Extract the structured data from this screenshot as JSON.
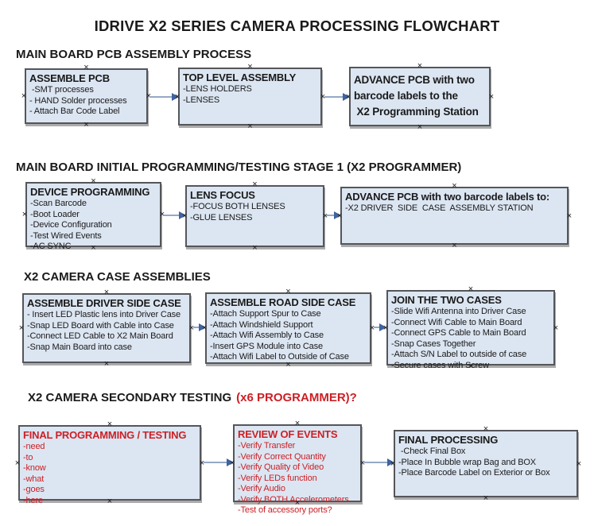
{
  "title": "IDRIVE X2  SERIES CAMERA PROCESSING FLOWCHART",
  "colors": {
    "red_text": "#cc2026",
    "box_fill": "#dce6f2",
    "box_border": "#54565a",
    "arrow_line": "#94a9c7",
    "arrow_head": "#3f62a0"
  },
  "sections": [
    {
      "header": "MAIN BOARD PCB ASSEMBLY PROCESS",
      "boxes": [
        {
          "title": "ASSEMBLE PCB",
          "lines": [
            " -SMT processes",
            "- HAND Solder processes",
            "- Attach Bar Code Label"
          ]
        },
        {
          "title": "TOP LEVEL ASSEMBLY",
          "lines": [
            "-LENS HOLDERS",
            "-LENSES"
          ]
        },
        {
          "title": "",
          "lines": [
            "ADVANCE PCB with two",
            "barcode labels to the",
            " X2 Programming Station"
          ]
        }
      ]
    },
    {
      "header": "MAIN BOARD INITIAL PROGRAMMING/TESTING STAGE 1 (X2 PROGRAMMER)",
      "boxes": [
        {
          "title": "DEVICE PROGRAMMING",
          "lines": [
            "-Scan Barcode",
            "-Boot Loader",
            "-Device Configuration",
            "-Test Wired Events",
            "-AC SYNC"
          ]
        },
        {
          "title": "LENS FOCUS",
          "lines": [
            "-FOCUS BOTH LENSES",
            "-GLUE LENSES"
          ]
        },
        {
          "title": "ADVANCE PCB with two barcode labels to:",
          "lines": [
            "-X2 DRIVER  SIDE  CASE  ASSEMBLY STATION"
          ]
        }
      ]
    },
    {
      "header": "X2 CAMERA CASE ASSEMBLIES",
      "boxes": [
        {
          "title": "ASSEMBLE DRIVER SIDE CASE",
          "lines": [
            "- Insert LED Plastic lens into Driver Case",
            "-Snap LED Board with Cable into Case",
            "-Connect LED Cable to X2 Main Board",
            "-Snap Main Board into case"
          ]
        },
        {
          "title": "ASSEMBLE ROAD SIDE CASE",
          "lines": [
            "-Attach Support Spur to Case",
            "-Attach Windshield Support",
            "-Attach Wifi Assembly to Case",
            "-Insert GPS Module into Case",
            "-Attach Wifi Label to Outside of Case"
          ]
        },
        {
          "title": "JOIN THE TWO CASES",
          "lines": [
            "-Slide Wifi Antenna into Driver Case",
            "-Connect Wifi Cable to Main Board",
            "-Connect GPS Cable to Main Board",
            "-Snap Cases Together",
            "-Attach S/N Label to outside of case",
            "-Secure cases with Screw"
          ]
        }
      ]
    },
    {
      "header": "X2 CAMERA SECONDARY TESTING",
      "header_red": "(x6 PROGRAMMER)?",
      "boxes": [
        {
          "title": "FINAL PROGRAMMING / TESTING",
          "lines": [
            "-need",
            "-to",
            "-know",
            "-what",
            "-goes",
            "-here"
          ]
        },
        {
          "title": "REVIEW OF EVENTS",
          "lines": [
            "-Verify Transfer",
            "-Verify Correct Quantity",
            "-Verify Quality of Video",
            "-Verify LEDs function",
            "-Verify Audio",
            "-Verify BOTH Accelerometers",
            "-Test of accessory ports?"
          ]
        },
        {
          "title": "FINAL PROCESSING",
          "lines": [
            " -Check Final Box",
            "-Place In Bubble wrap Bag and BOX",
            "-Place Barcode Label on Exterior or Box"
          ]
        }
      ]
    }
  ]
}
